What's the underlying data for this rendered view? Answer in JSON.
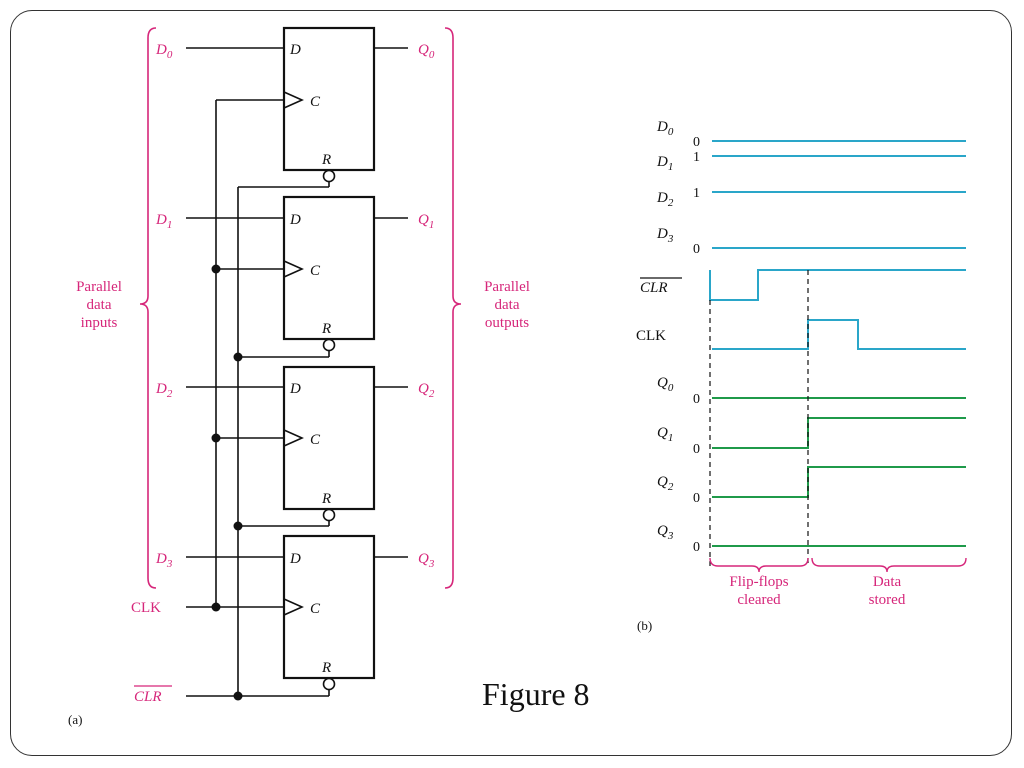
{
  "circuit": {
    "ff_pins": {
      "d": "D",
      "c": "C",
      "r": "R"
    },
    "inputs": [
      {
        "letter": "D",
        "sub": "0"
      },
      {
        "letter": "D",
        "sub": "1"
      },
      {
        "letter": "D",
        "sub": "2"
      },
      {
        "letter": "D",
        "sub": "3"
      }
    ],
    "outputs": [
      {
        "letter": "Q",
        "sub": "0"
      },
      {
        "letter": "Q",
        "sub": "1"
      },
      {
        "letter": "Q",
        "sub": "2"
      },
      {
        "letter": "Q",
        "sub": "3"
      }
    ],
    "clk_label": "CLK",
    "clr_label": "CLR",
    "inputs_caption": [
      "Parallel",
      "data",
      "inputs"
    ],
    "outputs_caption": [
      "Parallel",
      "data",
      "outputs"
    ],
    "part_label": "(a)"
  },
  "timing": {
    "signals": [
      {
        "letter": "D",
        "sub": "0",
        "value": "0",
        "color": "#2aa6c9"
      },
      {
        "letter": "D",
        "sub": "1",
        "value": "1",
        "color": "#2aa6c9"
      },
      {
        "letter": "D",
        "sub": "2",
        "value": "1",
        "color": "#2aa6c9"
      },
      {
        "letter": "D",
        "sub": "3",
        "value": "0",
        "color": "#2aa6c9"
      },
      {
        "letter": "CLR",
        "sub": "",
        "value": "",
        "color": "#2aa6c9"
      },
      {
        "letter": "CLK",
        "sub": "",
        "value": "",
        "color": "#2aa6c9"
      },
      {
        "letter": "Q",
        "sub": "0",
        "value": "0",
        "color": "#1f9a4a"
      },
      {
        "letter": "Q",
        "sub": "1",
        "value": "0",
        "color": "#1f9a4a"
      },
      {
        "letter": "Q",
        "sub": "2",
        "value": "0",
        "color": "#1f9a4a"
      },
      {
        "letter": "Q",
        "sub": "3",
        "value": "0",
        "color": "#1f9a4a"
      }
    ],
    "phase_cleared": [
      "Flip-flops",
      "cleared"
    ],
    "phase_stored": [
      "Data",
      "stored"
    ],
    "part_label": "(b)"
  },
  "figure_title": "Figure 8",
  "colors": {
    "accent_magenta": "#d6267a",
    "input_wave": "#2aa6c9",
    "output_wave": "#1f9a4a",
    "ink": "#111111"
  }
}
